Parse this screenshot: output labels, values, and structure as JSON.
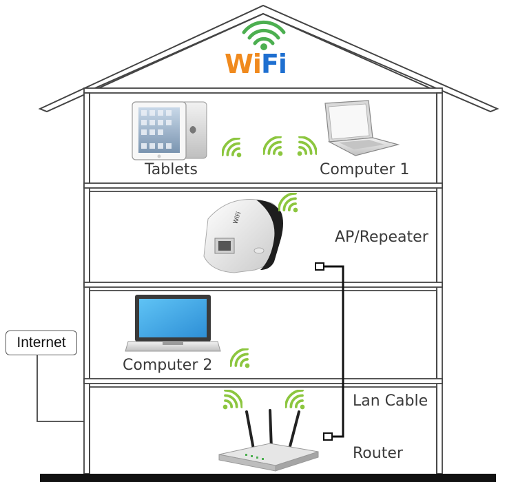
{
  "logo": {
    "w": "W",
    "i1": "i",
    "f": "F",
    "i2": "i"
  },
  "labels": {
    "tablets": "Tablets",
    "computer1": "Computer 1",
    "ap_repeater": "AP/Repeater",
    "computer2": "Computer 2",
    "lan_cable": "Lan Cable",
    "router": "Router",
    "internet": "Internet"
  },
  "repeater_brand": "WiFi",
  "colors": {
    "signal_green": "#8cc63f",
    "wall": "#444444",
    "ground": "#111111",
    "logo_orange": "#f08a1e",
    "logo_blue": "#1e6fd0",
    "screen_blue": "#3fa9e8"
  },
  "icons": [
    "wifi-logo",
    "tablet",
    "laptop",
    "repeater",
    "router",
    "wifi-signal-icon"
  ]
}
